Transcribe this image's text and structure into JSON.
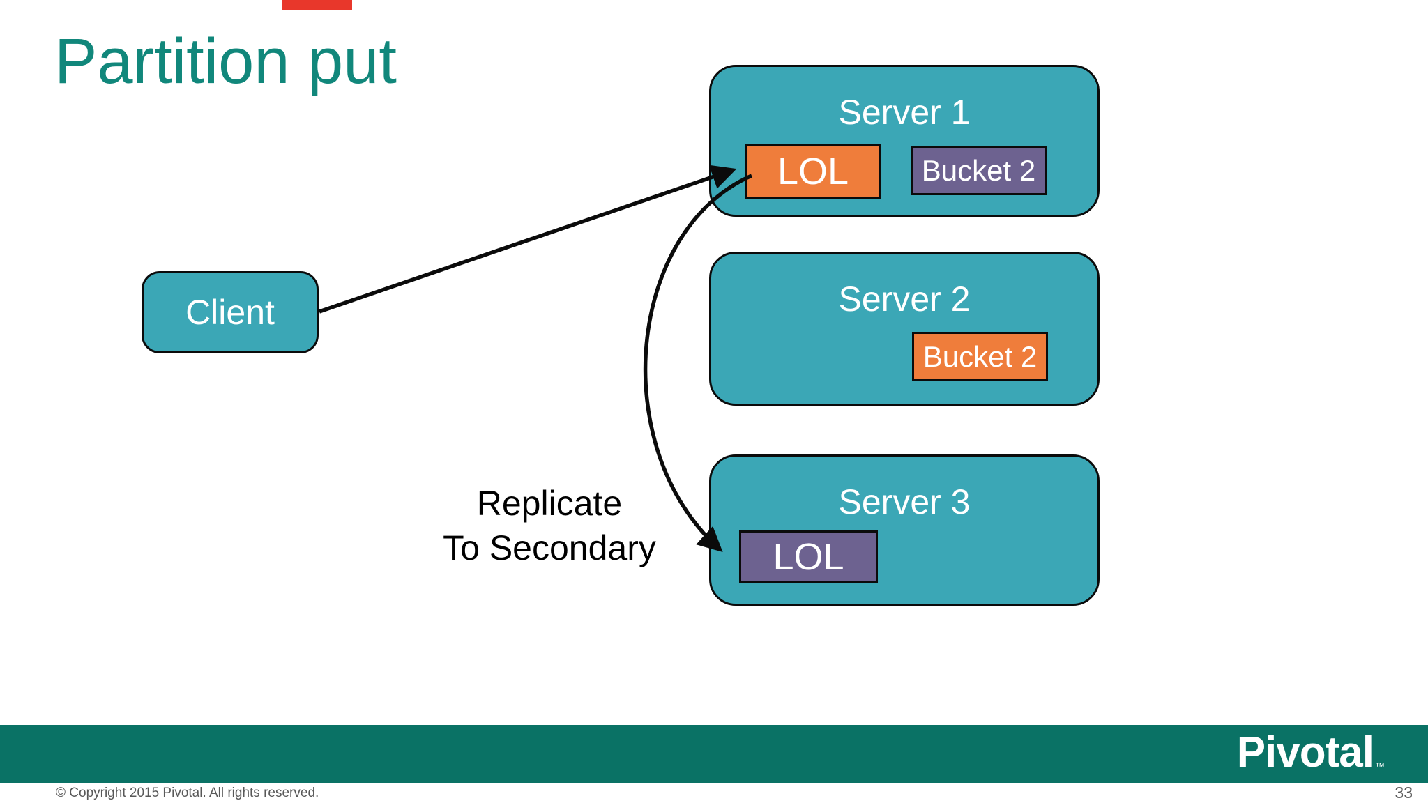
{
  "slide": {
    "title": "Partition put",
    "page_number": "33",
    "copyright": "© Copyright 2015 Pivotal. All rights reserved.",
    "brand": {
      "logo_text": "Pivotal",
      "trademark": "™"
    }
  },
  "diagram": {
    "client": {
      "label": "Client"
    },
    "servers": [
      {
        "name": "Server 1",
        "primary_bucket": {
          "label": "LOL",
          "color": "orange"
        },
        "secondary_bucket": {
          "label": "Bucket 2",
          "color": "purple"
        }
      },
      {
        "name": "Server 2",
        "bucket": {
          "label": "Bucket 2",
          "color": "orange"
        }
      },
      {
        "name": "Server 3",
        "bucket": {
          "label": "LOL",
          "color": "purple"
        }
      }
    ],
    "annotation": {
      "line1": "Replicate",
      "line2": "To Secondary"
    },
    "arrows": [
      {
        "name": "client-to-server1-primary",
        "style": "straight"
      },
      {
        "name": "server1-to-server3-replication",
        "style": "curved"
      }
    ]
  },
  "colors": {
    "title_teal": "#11877B",
    "server_fill": "#3BA7B6",
    "orange_fill": "#EF7D3B",
    "purple_fill": "#6D6290",
    "footer_bar": "#0A7265",
    "box_border": "#0B0B0B",
    "light_text": "#FFFFFF",
    "annotation_text": "#000000",
    "muted_text": "#595959",
    "top_marker_red": "#E8372B"
  }
}
